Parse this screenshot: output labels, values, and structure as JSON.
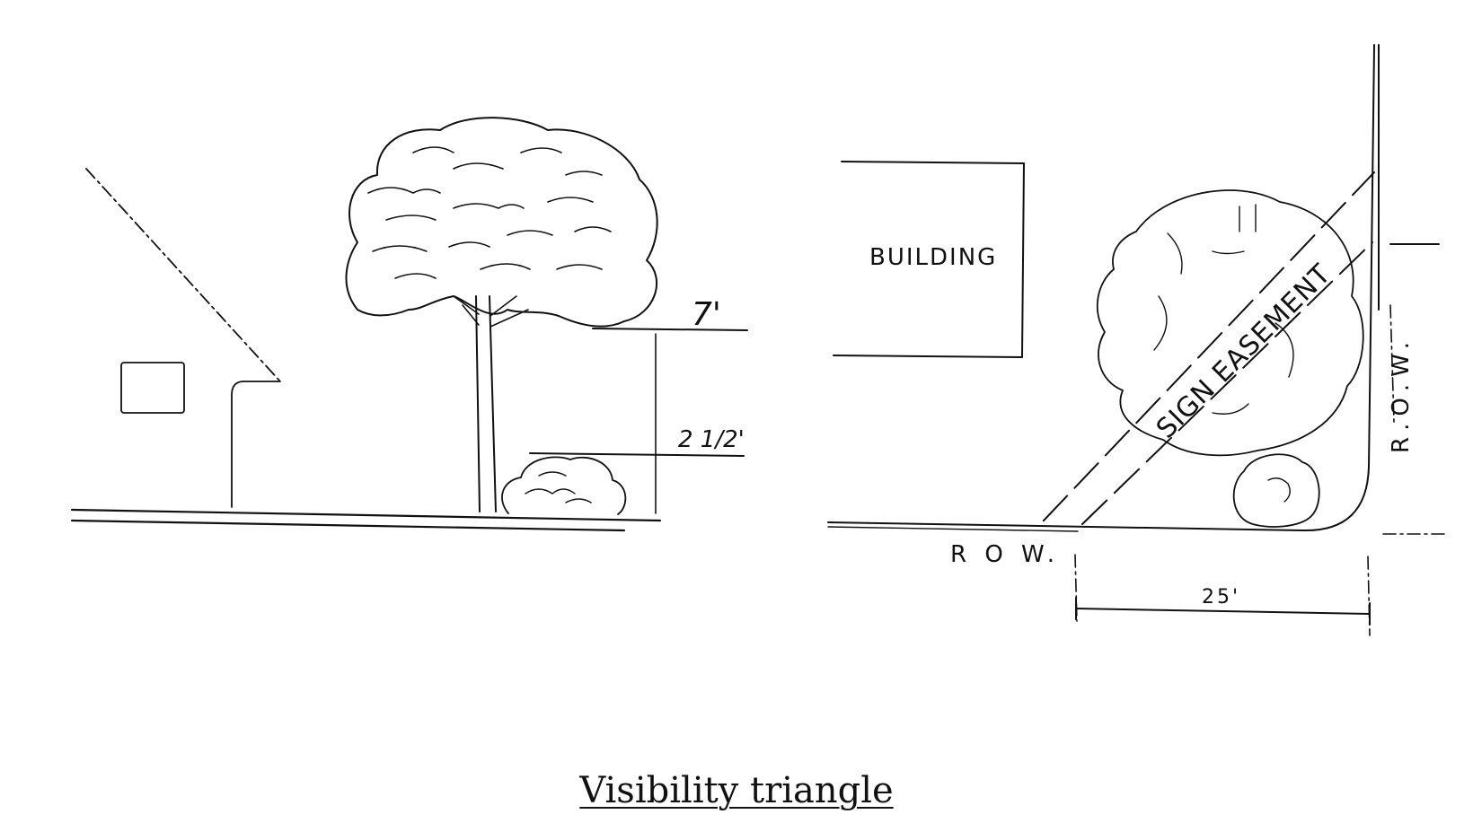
{
  "elevation": {
    "labels": {
      "height_upper": "7'",
      "height_lower": "2 1/2'"
    }
  },
  "plan": {
    "labels": {
      "building": "BUILDING",
      "easement": "SIGN EASEMENT",
      "row_bottom": "R O W.",
      "row_right": "R.O.W.",
      "distance": "25'"
    }
  },
  "caption": "Visibility triangle"
}
